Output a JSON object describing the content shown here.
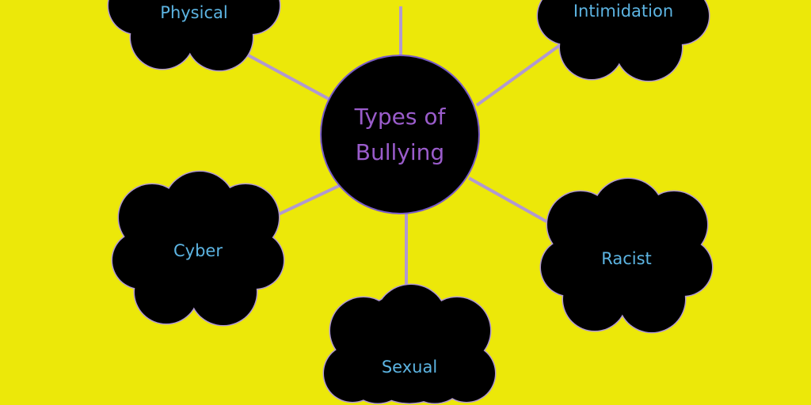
{
  "center": {
    "line1": "Types of",
    "line2": "Bullying"
  },
  "nodes": [
    {
      "id": "physical",
      "label": "Physical"
    },
    {
      "id": "top",
      "label": ""
    },
    {
      "id": "intimidation",
      "label": "Intimidation"
    },
    {
      "id": "cyber",
      "label": "Cyber"
    },
    {
      "id": "racist",
      "label": "Racist"
    },
    {
      "id": "sexual",
      "label": "Sexual"
    }
  ],
  "colors": {
    "background": "#ece809",
    "node_fill": "#000000",
    "connector": "#b199d0",
    "label": "#5cb4e2",
    "title": "#9a5ccb"
  }
}
